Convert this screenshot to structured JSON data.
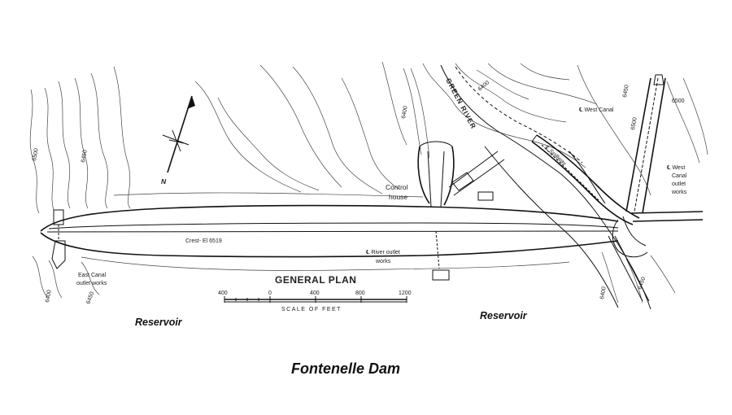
{
  "title": "Fontenelle Dam",
  "plan_heading": "GENERAL PLAN",
  "labels": {
    "green_river": "GREEN RIVER",
    "control_house_1": "Control",
    "control_house_2": "house",
    "crest": "Crest- El 6519",
    "river_outlet_1": "℄ River outlet",
    "river_outlet_2": "works",
    "east_canal_1": "East Canal",
    "east_canal_2": "outlet works",
    "west_canal": "℄ West Canal",
    "west_canal_works_1": "℄ West",
    "west_canal_works_2": "Canal",
    "west_canal_works_3": "outlet",
    "west_canal_works_4": "works",
    "spillway": "℄ Spillway",
    "north": "N",
    "reservoir_left": "Reservoir",
    "reservoir_right": "Reservoir"
  },
  "contours": {
    "c6500_left": "6500",
    "c6450_left": "6450",
    "c6400_left": "6400",
    "c6450_left_low": "6450",
    "c6400_top": "6400",
    "c6400_river": "6400",
    "c6450_right": "6450",
    "c6500_right": "6500",
    "c6500_top_right": "6500",
    "c6450_right_low": "6450",
    "c6400_right_low": "6400"
  },
  "scale": {
    "caption": "SCALE OF FEET",
    "ticks": [
      "400",
      "0",
      "400",
      "800",
      "1200"
    ]
  }
}
